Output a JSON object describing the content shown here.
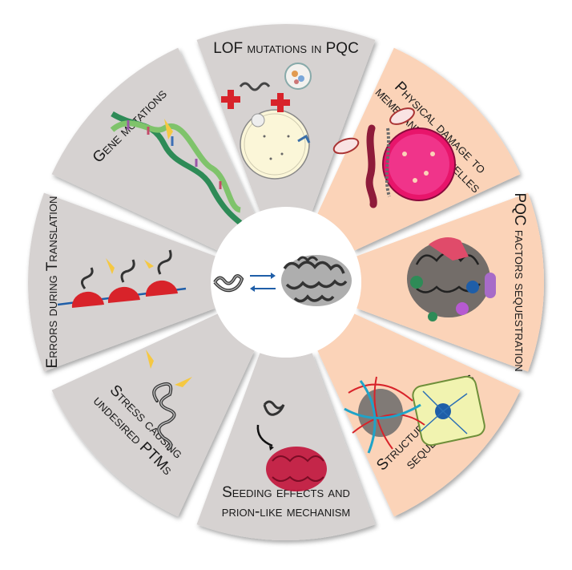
{
  "center": {
    "monomer": "small-unfolded-protein",
    "aggregate": "protein-aggregate",
    "arrows": "equilibrium-arrows"
  },
  "segments": [
    {
      "id": "lof",
      "color": "#d6d2d1",
      "lines": [
        "LOF mutations in PQC"
      ],
      "icon": "pqc-machinery-icon"
    },
    {
      "id": "physical",
      "color": "#fbd3b8",
      "lines": [
        "Physical damage to",
        "membranes/organelles"
      ],
      "icon": "organelle-damage-icon"
    },
    {
      "id": "pqc-seq",
      "color": "#fbd3b8",
      "lines": [
        "PQC factors sequestration"
      ],
      "icon": "pqc-factors-aggregate-icon"
    },
    {
      "id": "structural",
      "color": "#fbd3b8",
      "lines": [
        "Structural proteins",
        "sequestration"
      ],
      "icon": "cytoskeleton-cell-icon"
    },
    {
      "id": "seeding",
      "color": "#d6d2d1",
      "lines": [
        "Seeding effects and",
        "prion-like mechanism"
      ],
      "icon": "seeding-aggregate-icon"
    },
    {
      "id": "stress",
      "color": "#d6d2d1",
      "lines": [
        "Stress causing",
        "undesired PTMs"
      ],
      "icon": "stress-protein-icon"
    },
    {
      "id": "translation",
      "color": "#d6d2d1",
      "lines": [
        "Errors during Translation"
      ],
      "icon": "ribosome-translation-icon"
    },
    {
      "id": "gene",
      "color": "#d6d2d1",
      "lines": [
        "Gene mutations"
      ],
      "icon": "dna-helix-icon"
    }
  ]
}
